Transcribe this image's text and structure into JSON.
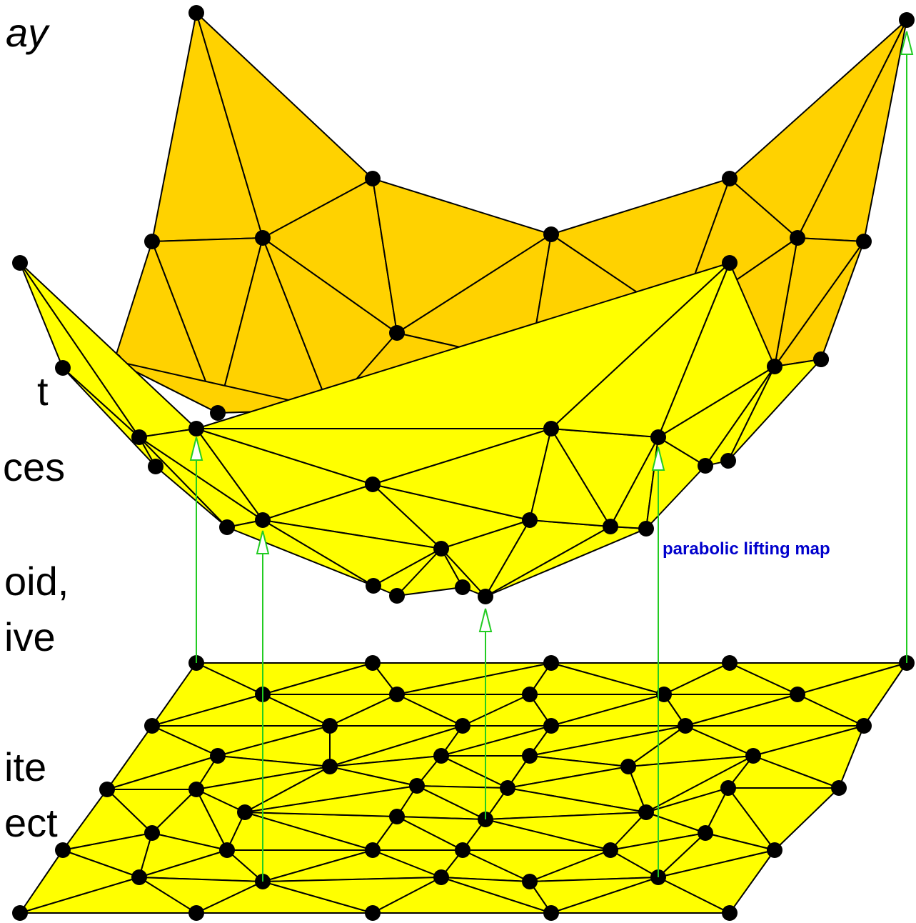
{
  "slide_text_fragments": [
    "ay",
    "t",
    "ces",
    "oid,",
    "ive",
    "ite",
    "ect"
  ],
  "diagram": {
    "label": "parabolic lifting map",
    "colors": {
      "lifted_back": "#ffd200",
      "lifted_front": "#ffff00",
      "plane": "#ffff00",
      "edge": "#000000",
      "vertex": "#000000",
      "arrow": "#22cc22",
      "label": "#0000cc"
    }
  }
}
